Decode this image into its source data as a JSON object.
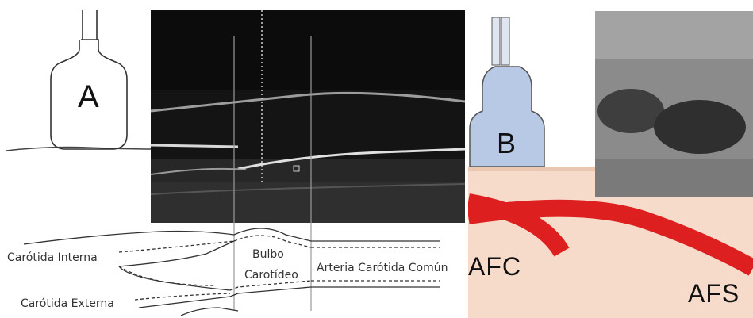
{
  "panel_a": {
    "label": "A",
    "labels": {
      "internal_carotid": "Carótida Interna",
      "external_carotid": "Carótida Externa",
      "bulb_line1": "Bulbo",
      "bulb_line2": "Carotídeo",
      "common_carotid": "Arteria Carótida Común"
    }
  },
  "panel_b": {
    "label": "B",
    "vessel_label_left": "AFC",
    "vessel_label_right": "AFS"
  },
  "colors": {
    "vessel_red": "#dd1f1f",
    "skin": "#f6dbca",
    "probe_blue": "#b8c9e6",
    "ultrasound_dark": "#161616"
  }
}
